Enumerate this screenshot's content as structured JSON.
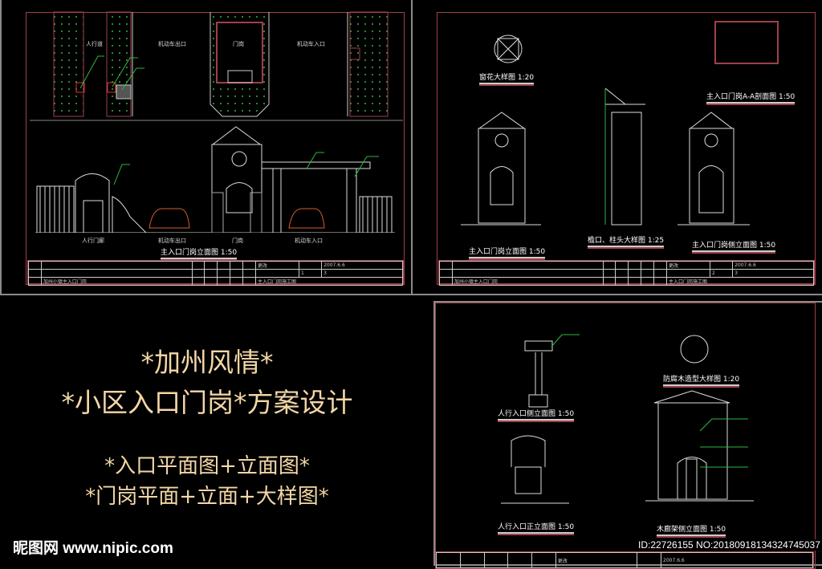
{
  "promo": {
    "line1": "*加州风情*",
    "line2": "*小区入口门岗*方案设计",
    "line3": "*入口平面图+立面图*",
    "line4": "*门岗平面+立面+大样图*",
    "text_color": "#f3d7a6"
  },
  "sheet1": {
    "plan_labels": [
      "人行道",
      "机动车出口",
      "门岗",
      "机动车入口"
    ],
    "elevation_labels": [
      "人行门廊",
      "机动车出口",
      "门岗",
      "机动车入口"
    ],
    "title": "主入口门岗立面图 1:50",
    "titleblock": {
      "change": "更改",
      "date": "2007.6.6",
      "project": "加州小镇主入口门岗",
      "drawing": "主入口门岗施工图",
      "sheet_no": "1",
      "total": "3"
    }
  },
  "sheet2": {
    "titles": [
      "窗花大样图 1:20",
      "主入口门岗A-A剖面图 1:50",
      "主入口门岗立面图 1:50",
      "檐口、柱头大样图 1:25",
      "主入口门岗侧立面图 1:50"
    ],
    "titleblock": {
      "change": "更改",
      "date": "2007.6.6",
      "project": "加州小镇主入口门岗",
      "drawing": "主入口门岗施工图",
      "sheet_no": "2",
      "total": "3"
    }
  },
  "sheet3": {
    "titles": [
      "人行入口侧立面图 1:50",
      "防腐木造型大样图 1:20",
      "人行入口正立面图 1:50",
      "木廊架侧立面图 1:50"
    ],
    "titleblock": {
      "change": "更改",
      "date": "2007.6.6"
    }
  },
  "watermark": {
    "site": "昵图网 www.nipic.com",
    "id": "ID:22726155 NO:20180918134324745037"
  },
  "colors": {
    "frame": "#a0404a",
    "leader": "#2db83d",
    "hatch": "#2db83d",
    "car": "#d0602a"
  }
}
